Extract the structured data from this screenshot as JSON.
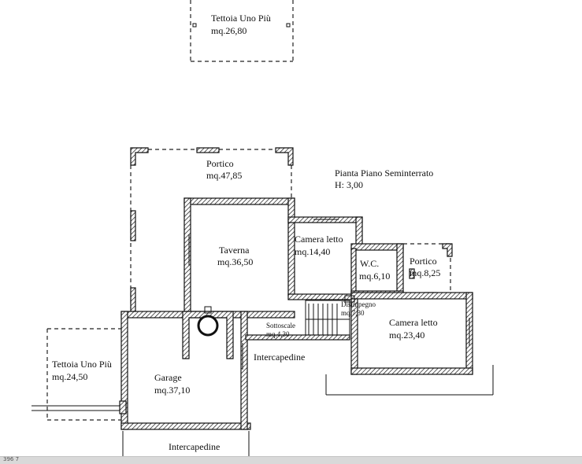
{
  "plan": {
    "title": "Pianta Piano Seminterrato",
    "height": "H: 3,00",
    "rooms": {
      "tettoia_top": {
        "name": "Tettoia Uno Più",
        "area": "mq.26,80"
      },
      "portico_main": {
        "name": "Portico",
        "area": "mq.47,85"
      },
      "taverna": {
        "name": "Taverna",
        "area": "mq.36,50"
      },
      "camera_letto_1": {
        "name": "Camera letto",
        "area": "mq.14,40"
      },
      "wc": {
        "name": "W.C.",
        "area": "mq.6,10"
      },
      "portico_small": {
        "name": "Portico",
        "area": "mq.8,25"
      },
      "disimpegno": {
        "name": "Disimpegno",
        "area": "mq.7,30"
      },
      "sottoscale": {
        "name": "Sottoscale",
        "area": "mq.4,30"
      },
      "camera_letto_2": {
        "name": "Camera letto",
        "area": "mq.23,40"
      },
      "intercapedine_mid": {
        "name": "Intercapedine"
      },
      "tettoia_left": {
        "name": "Tettoia Uno Più",
        "area": "mq.24,50"
      },
      "garage": {
        "name": "Garage",
        "area": "mq.37,10"
      },
      "intercapedine_bottom": {
        "name": "Intercapedine"
      }
    }
  },
  "footer": {
    "fragment": "396 7"
  }
}
